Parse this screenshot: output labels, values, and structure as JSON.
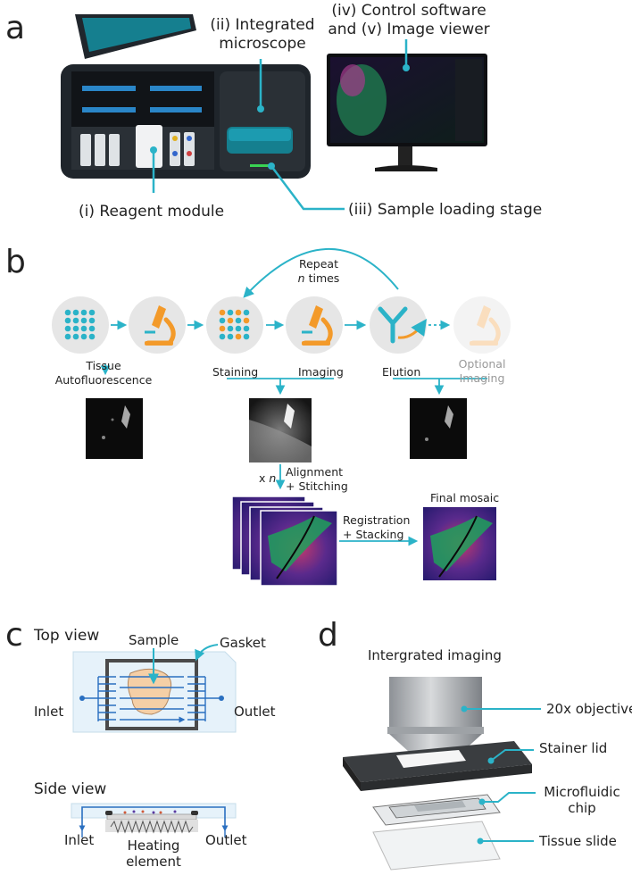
{
  "panels": {
    "a": "a",
    "b": "b",
    "c": "c",
    "d": "d"
  },
  "panel_a": {
    "label_microscope_line1": "(ii) Integrated",
    "label_microscope_line2": "microscope",
    "label_software_line1": "(iv) Control software",
    "label_software_line2": "and (v) Image viewer",
    "label_reagent": "(i) Reagent module",
    "label_stage": "(iii) Sample loading stage"
  },
  "panel_b": {
    "repeat_line1": "Repeat",
    "repeat_n": "n",
    "repeat_times": " times",
    "step_tissue_line1": "Tissue",
    "step_tissue_line2": "Autofluorescence",
    "step_staining": "Staining",
    "step_imaging": "Imaging",
    "step_elution": "Elution",
    "step_optional_line1": "Optional",
    "step_optional_line2": "Imaging",
    "xn_x": "x ",
    "xn_n": "n",
    "alignment_line1": "Alignment",
    "alignment_line2": "+ Stitching",
    "registration_line1": "Registration",
    "registration_line2": "+ Stacking",
    "final_mosaic": "Final mosaic"
  },
  "panel_c": {
    "top_view": "Top view",
    "sample": "Sample",
    "gasket": "Gasket",
    "inlet": "Inlet",
    "outlet": "Outlet",
    "side_view": "Side view",
    "side_inlet": "Inlet",
    "side_outlet": "Outlet",
    "heating_line1": "Heating",
    "heating_line2": "element"
  },
  "panel_d": {
    "title": "Intergrated imaging",
    "objective": "20x objective",
    "stainer_lid": "Stainer lid",
    "chip_line1": "Microfluidic",
    "chip_line2": "chip",
    "tissue_slide": "Tissue slide"
  },
  "colors": {
    "accent": "#2bb3c8",
    "orange": "#f39a2a",
    "device": "#1f252b",
    "teal": "#157f8f"
  }
}
